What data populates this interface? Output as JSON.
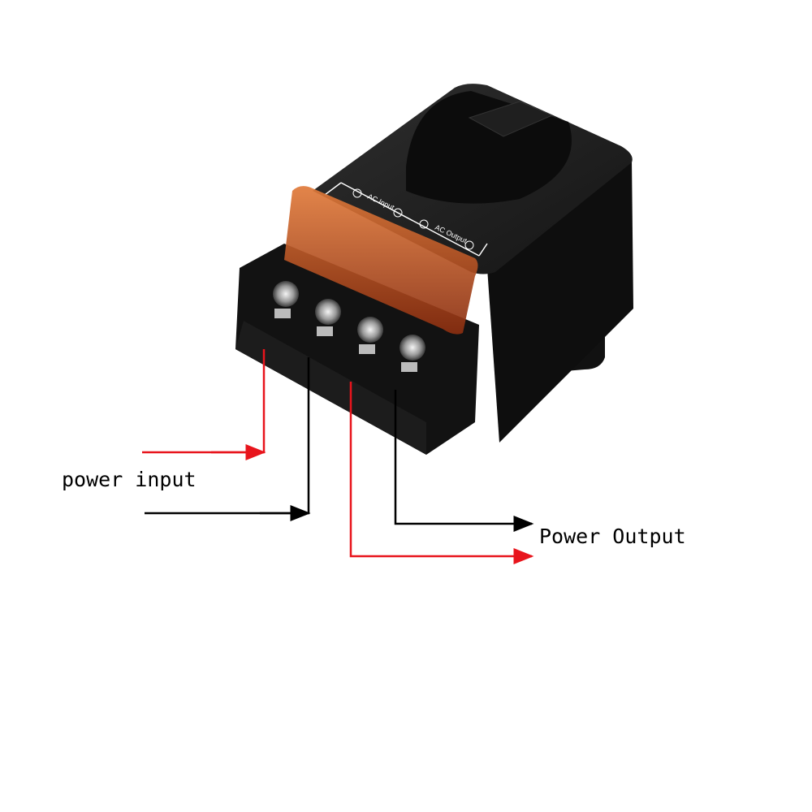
{
  "labels": {
    "power_input": "power input",
    "power_output": "Power Output"
  },
  "device": {
    "ac_input_label": "AC Input",
    "ac_output_label": "AC Output",
    "terminal_count": 4
  },
  "colors": {
    "live_wire": "#e8141c",
    "neutral_wire": "#000000",
    "body": "#1a1a1a",
    "cover": "#c8501e"
  }
}
